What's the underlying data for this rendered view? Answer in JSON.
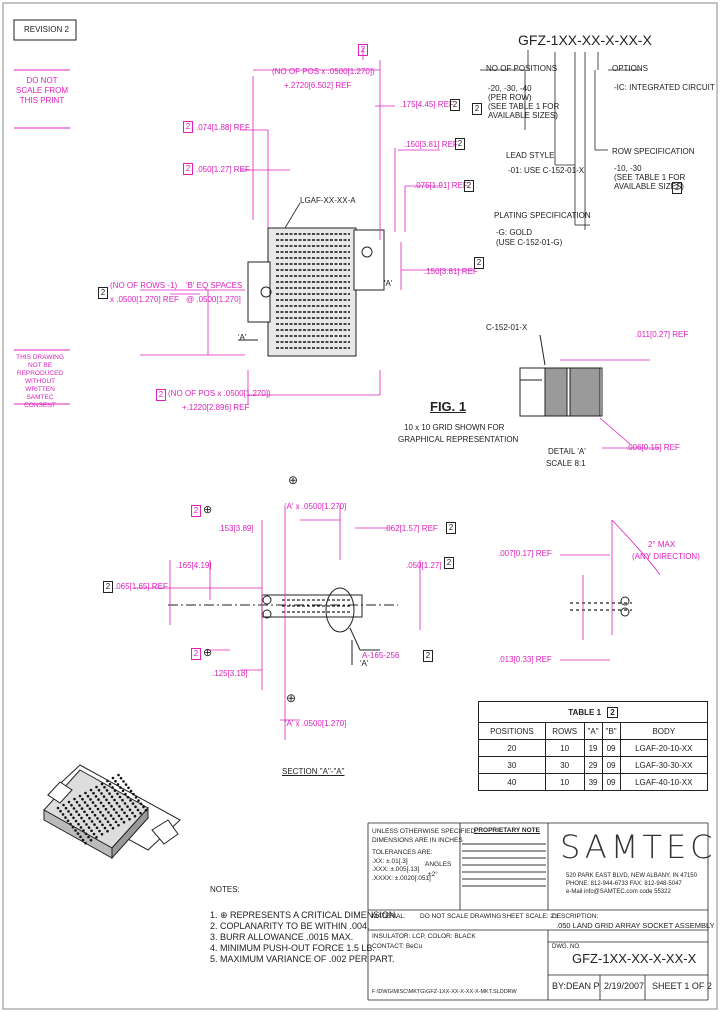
{
  "revision": "REVISION 2",
  "part_number": "GFZ-1XX-XX-X-XX-X",
  "left_notes": {
    "do_not_scale": [
      "DO NOT",
      "SCALE FROM",
      "THIS PRINT"
    ],
    "proprietary": [
      "THIS DRAWING",
      "NOT BE",
      "REPRODUCED",
      "WITHOUT WRITTEN",
      "SAMTEC",
      "CONSENT"
    ]
  },
  "callouts": {
    "no_of_positions": "NO OF POSITIONS",
    "positions_values": [
      "-20, -30, -40",
      "(PER ROW)",
      "(SEE TABLE 1 FOR",
      "AVAILABLE SIZES)"
    ],
    "options": "OPTIONS",
    "options_values": [
      "-IC: INTEGRATED CIRCUIT"
    ],
    "row_spec": "ROW SPECIFICATION",
    "row_spec_values": [
      "-10, -30",
      "(SEE TABLE 1 FOR",
      "AVAILABLE SIZES)"
    ],
    "lead_style": "LEAD STYLE",
    "lead_style_values": [
      "-01: USE C-152-01-X"
    ],
    "plating": "PLATING SPECIFICATION",
    "plating_values": [
      "-G: GOLD",
      "(USE C-152-01-G)"
    ]
  },
  "dims": {
    "d1": "(NO OF POS x .0500[1.270])",
    "d1b": "+.2720[6.502] REF",
    "d2": ".175[4.45] REF",
    "d3": ".074[1.88] REF",
    "d4": ".050[1.27] REF",
    "d5": ".150[3.81] REF",
    "d6": ".075[1.91] REF",
    "d7": ".150[3.81] REF",
    "lgaf": "LGAF-XX-XX-A",
    "rows": "(NO OF ROWS -1)",
    "rows_b": "x .0500[1.270] REF",
    "eq_spaces": "'B' EQ SPACES",
    "eq_spaces_b": "@ .0500[1.270]",
    "a_label": "'A'",
    "d8": "(NO OF POS x .0500[1.270])",
    "d8b": "+.1220[2.896] REF",
    "c152": "C-152-01-X",
    "d9": ".011[0.27] REF",
    "d10": ".006[0.15] REF",
    "detail": "DETAIL 'A'",
    "scale": "SCALE 8:1",
    "fig": "FIG. 1",
    "fig_note": "10 x 10 GRID SHOWN FOR",
    "fig_note2": "GRAPHICAL REPRESENTATION",
    "s1": "'A' x .0500[1.270]",
    "s2": ".153[3.89]",
    "s3": ".062[1.57] REF",
    "s4": ".165[4.19]",
    "s5": ".050[1.27]",
    "s6": ".065[1.65] REF",
    "s7": "A-165-256",
    "s8": ".125[3.18]",
    "s9": "'A' x .0500[1.270]",
    "s10": ".007[0.17] REF",
    "s11": ".013[0.33] REF",
    "s12": "2° MAX",
    "s13": "(ANY DIRECTION)",
    "section": "SECTION \"A\"-\"A\""
  },
  "table1": {
    "title": "TABLE 1",
    "headers": [
      "POSITIONS",
      "ROWS",
      "\"A\"",
      "\"B\"",
      "BODY"
    ],
    "rows": [
      [
        "20",
        "10",
        "19",
        "09",
        "LGAF-20-10-XX"
      ],
      [
        "30",
        "30",
        "29",
        "09",
        "LGAF-30-30-XX"
      ],
      [
        "40",
        "10",
        "39",
        "09",
        "LGAF-40-10-XX"
      ]
    ]
  },
  "notes": {
    "title": "NOTES:",
    "items": [
      "1. ⊕ REPRESENTS A CRITICAL DIMENSION.",
      "2. COPLANARITY TO BE WITHIN .004.",
      "3. BURR ALLOWANCE .0015 MAX.",
      "4. MINIMUM PUSH-OUT FORCE 1.5 LB.",
      "5. MAXIMUM VARIANCE OF .002 PER PART."
    ]
  },
  "title_block": {
    "unless": "UNLESS OTHERWISE SPECIFIED,",
    "dims_in": "DIMENSIONS ARE IN INCHES",
    "tolerances": "TOLERANCES ARE:",
    "tol_rows": [
      ".XX: ±.01[.3]",
      ".XXX: ±.005[.13]",
      ".XXXX: ±.0020[.051]"
    ],
    "angles": "ANGLES",
    "angle_val": "±2°",
    "proprietary": "PROPRIETARY NOTE",
    "material": "MATERIAL:",
    "insulator": "INSULATOR: LCP, COLOR: BLACK",
    "contact": "CONTACT: BeCu",
    "do_not_scale": "DO NOT SCALE DRAWING",
    "sheet_scale": "SHEET SCALE: 2:1",
    "description": "DESCRIPTION:",
    "desc_val": ".050 LAND GRID ARRAY SOCKET ASSEMBLY",
    "dwg_no": "DWG. NO.",
    "dwg_val": "GFZ-1XX-XX-X-XX-X",
    "by": "BY:",
    "by_val": "DEAN P",
    "date": "2/19/2007",
    "sheet": "SHEET 1 OF 2",
    "company": "SAMTEC",
    "address": "520 PARK EAST BLVD, NEW ALBANY, IN 47150",
    "phone": "PHONE: 812-944-6733   FAX: 812-948-5047",
    "web": "e-Mail info@SAMTEC.com   code 55322"
  },
  "file_path": "F:\\DWG\\MISC\\MKTG\\GFZ-1XX-XX-X-XX-X-MKT.SLDDRW"
}
